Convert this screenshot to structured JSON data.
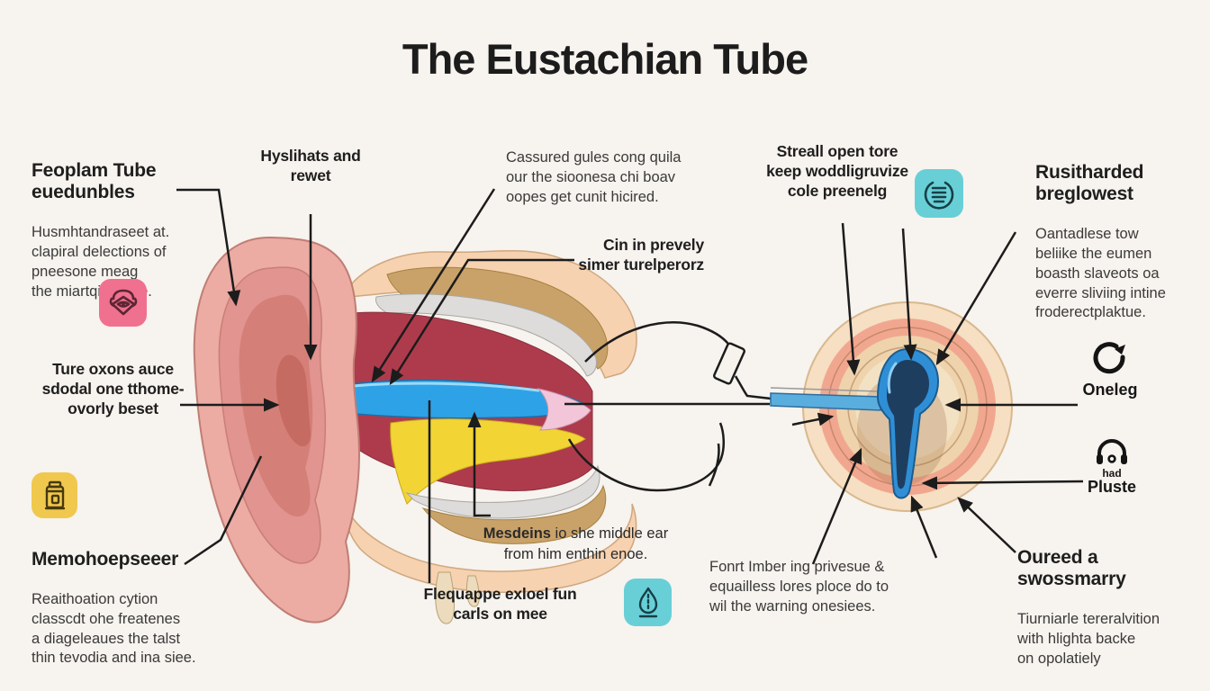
{
  "title": "The Eustachian Tube",
  "labels": {
    "feoplam": {
      "heading": "Feoplam Tube\neuedunbles",
      "body": "Husmhtandraseet at.\nclapiral delections of\npneesone meag\nthe miartqixe tlale."
    },
    "hyslihats": {
      "heading": "Hyslihats and\nrewet"
    },
    "cassured": {
      "body": "Cassured gules cong quila\nour the sioonesa chi boav\noopes get cunit hicired."
    },
    "cin": {
      "heading": "Cin in prevely\nsimer turelperorz"
    },
    "streall": {
      "heading": "Streall open tore\nkeep woddligruvize\ncole preenelg"
    },
    "rusitharded": {
      "heading": "Rusitharded\nbreglowest",
      "body": "Oantadlese tow\nbeliike the eumen\nboasth slaveots oa\neverre sliviing intine\nfroderectplaktue."
    },
    "ture": {
      "heading": "Ture oxons auce\nsdodal one tthome-\novorly beset"
    },
    "memohoepseeer": {
      "heading": "Memohoepseeer",
      "body": "Reaithoation cytion\nclasscdt ohe freatenes\na diageleaues the talst\nthin tevodia and ina siee."
    },
    "mesdeins": {
      "bold": "Mesdeins",
      "rest": " io she middle ear\nfrom him enthin enoe."
    },
    "flequappe": {
      "heading": "Flequappe exloel fun\ncarls on mee"
    },
    "fonrt": {
      "body": "Fonrt Imber ing privesue &\nequailless lores ploce do to\nwil the warning onesiees."
    },
    "oureed": {
      "heading": "Oureed a\nswossmarry",
      "body": "Tiurniarle tereralvition\nwith hlighta backe\non opolatiely"
    },
    "oneleg": {
      "label": "Oneleg"
    },
    "pluste": {
      "small": "had",
      "label": "Pluste"
    }
  },
  "icons": {
    "ear_badge": "ear-icon",
    "bottle_badge": "bottle-icon",
    "list_badge": "list-circle-icon",
    "droplet_badge": "droplet-icon",
    "refresh": "refresh-icon",
    "headphones": "headphones-icon"
  },
  "colors": {
    "background": "#f7f3ee",
    "heading_text": "#1e1e1e",
    "body_text": "#3a3a3a",
    "leader_line": "#1c1c1c",
    "ear_skin": "#ecaba3",
    "flesh": "#f7d2b0",
    "bone_tan": "#c9a269",
    "canal_gray": "#dddcda",
    "muscle_red": "#ae3b4c",
    "tube_blue": "#2ea2e6",
    "tube_yellow": "#f2d435",
    "cone_pink": "#f2c6d8",
    "membrane_outer": "#f6dfc2",
    "membrane_salmon": "#f1a78f",
    "membrane_tan": "#eed3ac",
    "funnel_blue": "#2f8fd6",
    "funnel_dark": "#1e3e60",
    "icon_pink_bg": "#f0708f",
    "icon_yellow_bg": "#f0c84e",
    "icon_teal_bg": "#68cfd7"
  }
}
